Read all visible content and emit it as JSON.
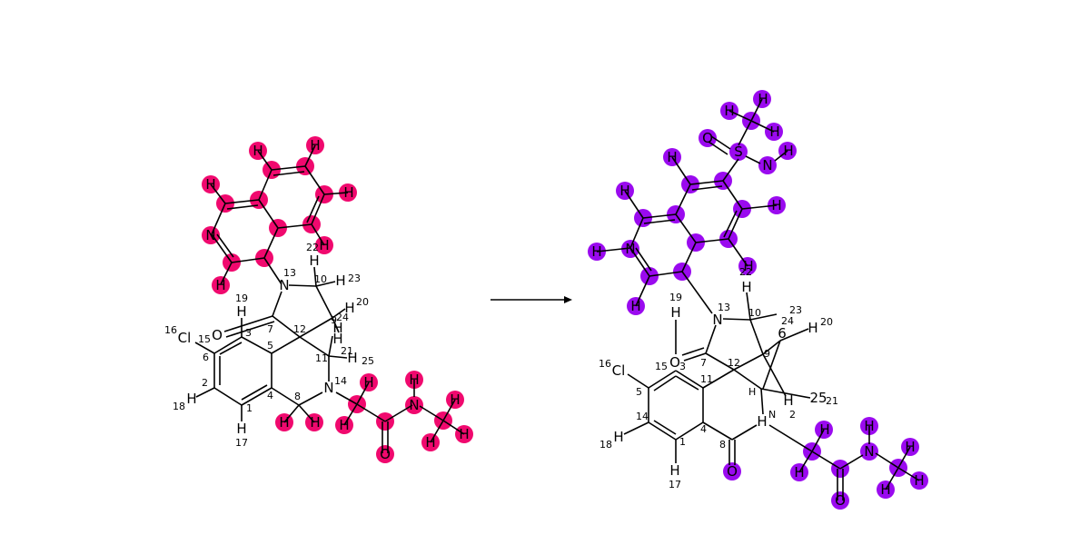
{
  "colors": {
    "highlight_left": "#f0096e",
    "highlight_right": "#9a0aef",
    "bond": "#000000"
  },
  "arrow": "reaction-arrow",
  "left": {
    "labels": [
      {
        "t": "H"
      },
      {
        "t": "H"
      },
      {
        "t": "H"
      },
      {
        "t": "H"
      },
      {
        "t": "H"
      },
      {
        "t": "N"
      },
      {
        "t": "H"
      },
      {
        "t": "H"
      },
      {
        "t": "13"
      },
      {
        "t": "N"
      },
      {
        "t": "22"
      },
      {
        "t": "H"
      },
      {
        "t": "10"
      },
      {
        "t": "H"
      },
      {
        "t": "23"
      },
      {
        "t": "19"
      },
      {
        "t": "H"
      },
      {
        "t": "H"
      },
      {
        "t": "20"
      },
      {
        "t": "O"
      },
      {
        "t": "7"
      },
      {
        "t": "12"
      },
      {
        "t": "9"
      },
      {
        "t": "24"
      },
      {
        "t": "H"
      },
      {
        "t": "16"
      },
      {
        "t": "Cl"
      },
      {
        "t": "15"
      },
      {
        "t": "3"
      },
      {
        "t": "H"
      },
      {
        "t": "21"
      },
      {
        "t": "6"
      },
      {
        "t": "5"
      },
      {
        "t": "11"
      },
      {
        "t": "H"
      },
      {
        "t": "25"
      },
      {
        "t": "2"
      },
      {
        "t": "14"
      },
      {
        "t": "N"
      },
      {
        "t": "H"
      },
      {
        "t": "H"
      },
      {
        "t": "18"
      },
      {
        "t": "H"
      },
      {
        "t": "4"
      },
      {
        "t": "8"
      },
      {
        "t": "N"
      },
      {
        "t": "H"
      },
      {
        "t": "1"
      },
      {
        "t": "H"
      },
      {
        "t": "H"
      },
      {
        "t": "H"
      },
      {
        "t": "H"
      },
      {
        "t": "H"
      },
      {
        "t": "17"
      },
      {
        "t": "H"
      },
      {
        "t": "O"
      },
      {
        "t": "H"
      }
    ]
  },
  "right": {
    "labels": [
      {
        "t": "H"
      },
      {
        "t": "H"
      },
      {
        "t": "O"
      },
      {
        "t": "H"
      },
      {
        "t": "S"
      },
      {
        "t": "H"
      },
      {
        "t": "N"
      },
      {
        "t": "H"
      },
      {
        "t": "H"
      },
      {
        "t": "H"
      },
      {
        "t": "N"
      },
      {
        "t": "H"
      },
      {
        "t": "H"
      },
      {
        "t": "22"
      },
      {
        "t": "H"
      },
      {
        "t": "13"
      },
      {
        "t": "N"
      },
      {
        "t": "10"
      },
      {
        "t": "H"
      },
      {
        "t": "23"
      },
      {
        "t": "19"
      },
      {
        "t": "24"
      },
      {
        "t": "H"
      },
      {
        "t": "20"
      },
      {
        "t": "H"
      },
      {
        "t": "16"
      },
      {
        "t": "Cl"
      },
      {
        "t": "O"
      },
      {
        "t": "15"
      },
      {
        "t": "3"
      },
      {
        "t": "7"
      },
      {
        "t": "12"
      },
      {
        "t": "9"
      },
      {
        "t": "6"
      },
      {
        "t": "5"
      },
      {
        "t": "11"
      },
      {
        "t": "H"
      },
      {
        "t": "H"
      },
      {
        "t": "25"
      },
      {
        "t": "21"
      },
      {
        "t": "2"
      },
      {
        "t": "14"
      },
      {
        "t": "N"
      },
      {
        "t": "H"
      },
      {
        "t": "H"
      },
      {
        "t": "H"
      },
      {
        "t": "N"
      },
      {
        "t": "H"
      },
      {
        "t": "18"
      },
      {
        "t": "H"
      },
      {
        "t": "4"
      },
      {
        "t": "1"
      },
      {
        "t": "8"
      },
      {
        "t": "H"
      },
      {
        "t": "H"
      },
      {
        "t": "H"
      },
      {
        "t": "O"
      },
      {
        "t": "H"
      },
      {
        "t": "O"
      },
      {
        "t": "17"
      }
    ]
  }
}
